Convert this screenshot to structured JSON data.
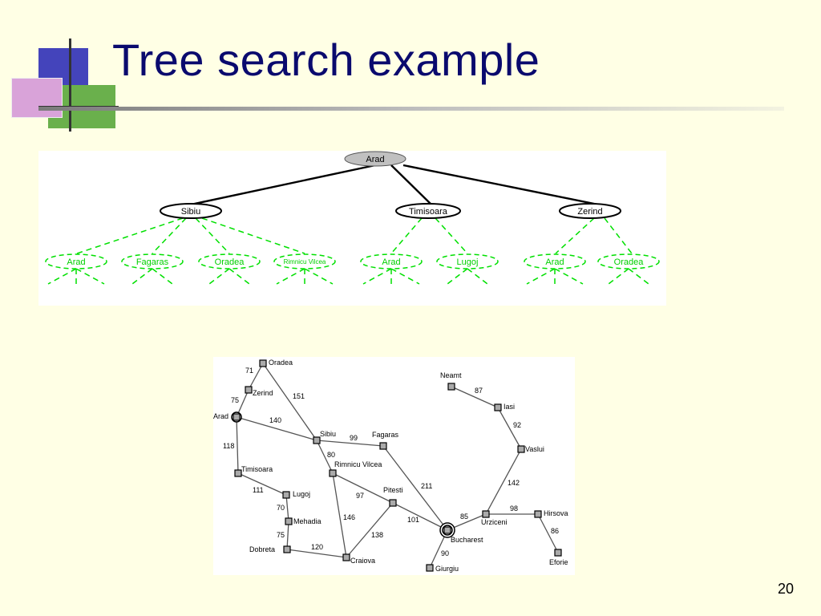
{
  "slide": {
    "title": "Tree search example",
    "page_number": "20"
  },
  "tree": {
    "root": "Arad",
    "level1": [
      "Sibiu",
      "Timisoara",
      "Zerind"
    ],
    "level2": [
      "Arad",
      "Fagaras",
      "Oradea",
      "Rimnicu Vilcea",
      "Arad",
      "Lugoj",
      "Arad",
      "Oradea"
    ],
    "colors": {
      "root_fill": "#c0c0c0",
      "expanded_stroke": "#000000",
      "frontier_stroke": "#00e000"
    }
  },
  "map": {
    "cities": [
      "Oradea",
      "Zerind",
      "Arad",
      "Timisoara",
      "Lugoj",
      "Mehadia",
      "Dobreta",
      "Sibiu",
      "Fagaras",
      "Rimnicu Vilcea",
      "Pitesti",
      "Craiova",
      "Bucharest",
      "Giurgiu",
      "Urziceni",
      "Hirsova",
      "Eforie",
      "Vaslui",
      "Iasi",
      "Neamt"
    ],
    "distances": [
      "71",
      "75",
      "151",
      "140",
      "118",
      "111",
      "70",
      "75",
      "120",
      "99",
      "80",
      "97",
      "146",
      "138",
      "211",
      "101",
      "85",
      "90",
      "98",
      "86",
      "142",
      "92",
      "87"
    ]
  }
}
